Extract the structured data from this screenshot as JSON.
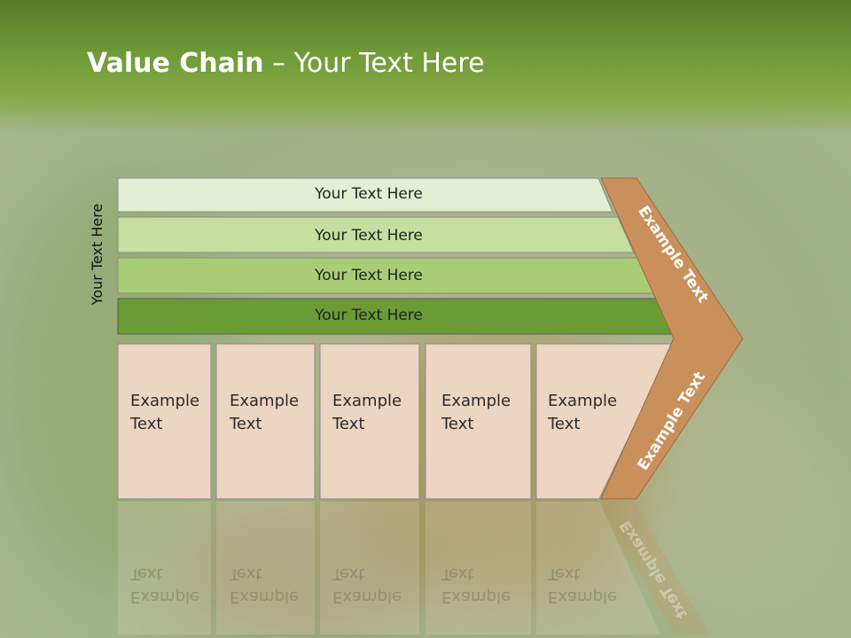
{
  "slide": {
    "title_bold": "Value Chain",
    "title_rest": " – Your Text Here",
    "side_label": "Your Text Here"
  },
  "rows": [
    {
      "label": "Your Text Here",
      "color": "#e3eed5"
    },
    {
      "label": "Your Text Here",
      "color": "#c6de9f"
    },
    {
      "label": "Your Text Here",
      "color": "#a9cd74"
    },
    {
      "label": "Your Text Here",
      "color": "#6a9b35"
    }
  ],
  "cells": [
    {
      "line1": "Example",
      "line2": "Text"
    },
    {
      "line1": "Example",
      "line2": "Text"
    },
    {
      "line1": "Example",
      "line2": "Text"
    },
    {
      "line1": "Example",
      "line2": "Text"
    },
    {
      "line1": "Example",
      "line2": "Text"
    }
  ],
  "chevron": {
    "upper_label": "Example Text",
    "lower_label": "Example Text",
    "color": "#c9905c"
  },
  "colors": {
    "cell_fill": "#ecd5c1",
    "header_green": "#6f9a36"
  }
}
